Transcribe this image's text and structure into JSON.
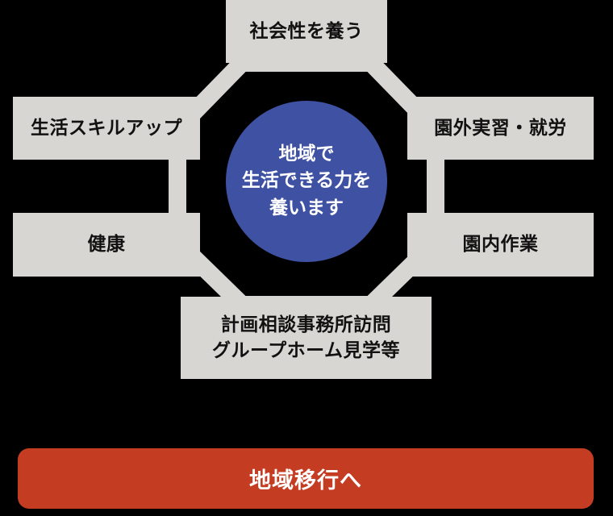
{
  "colors": {
    "background": "#000000",
    "box": "#d8d6d3",
    "ring": "#d8d6d3",
    "center_circle": "#3f51a3",
    "banner": "#c43d22",
    "box_text": "#111111",
    "light_text": "#ffffff"
  },
  "center": {
    "lines": [
      "地域で",
      "生活できる力を",
      "養います"
    ]
  },
  "boxes": {
    "top": {
      "label": "社会性を養う"
    },
    "left_top": {
      "label": "生活スキルアップ"
    },
    "right_top": {
      "label": "園外実習・就労"
    },
    "left_bottom": {
      "label": "健康"
    },
    "right_bottom": {
      "label": "園内作業"
    },
    "bottom": {
      "lines": [
        "計画相談事務所訪問",
        "グループホーム見学等"
      ]
    }
  },
  "banner": {
    "label": "地域移行へ"
  }
}
